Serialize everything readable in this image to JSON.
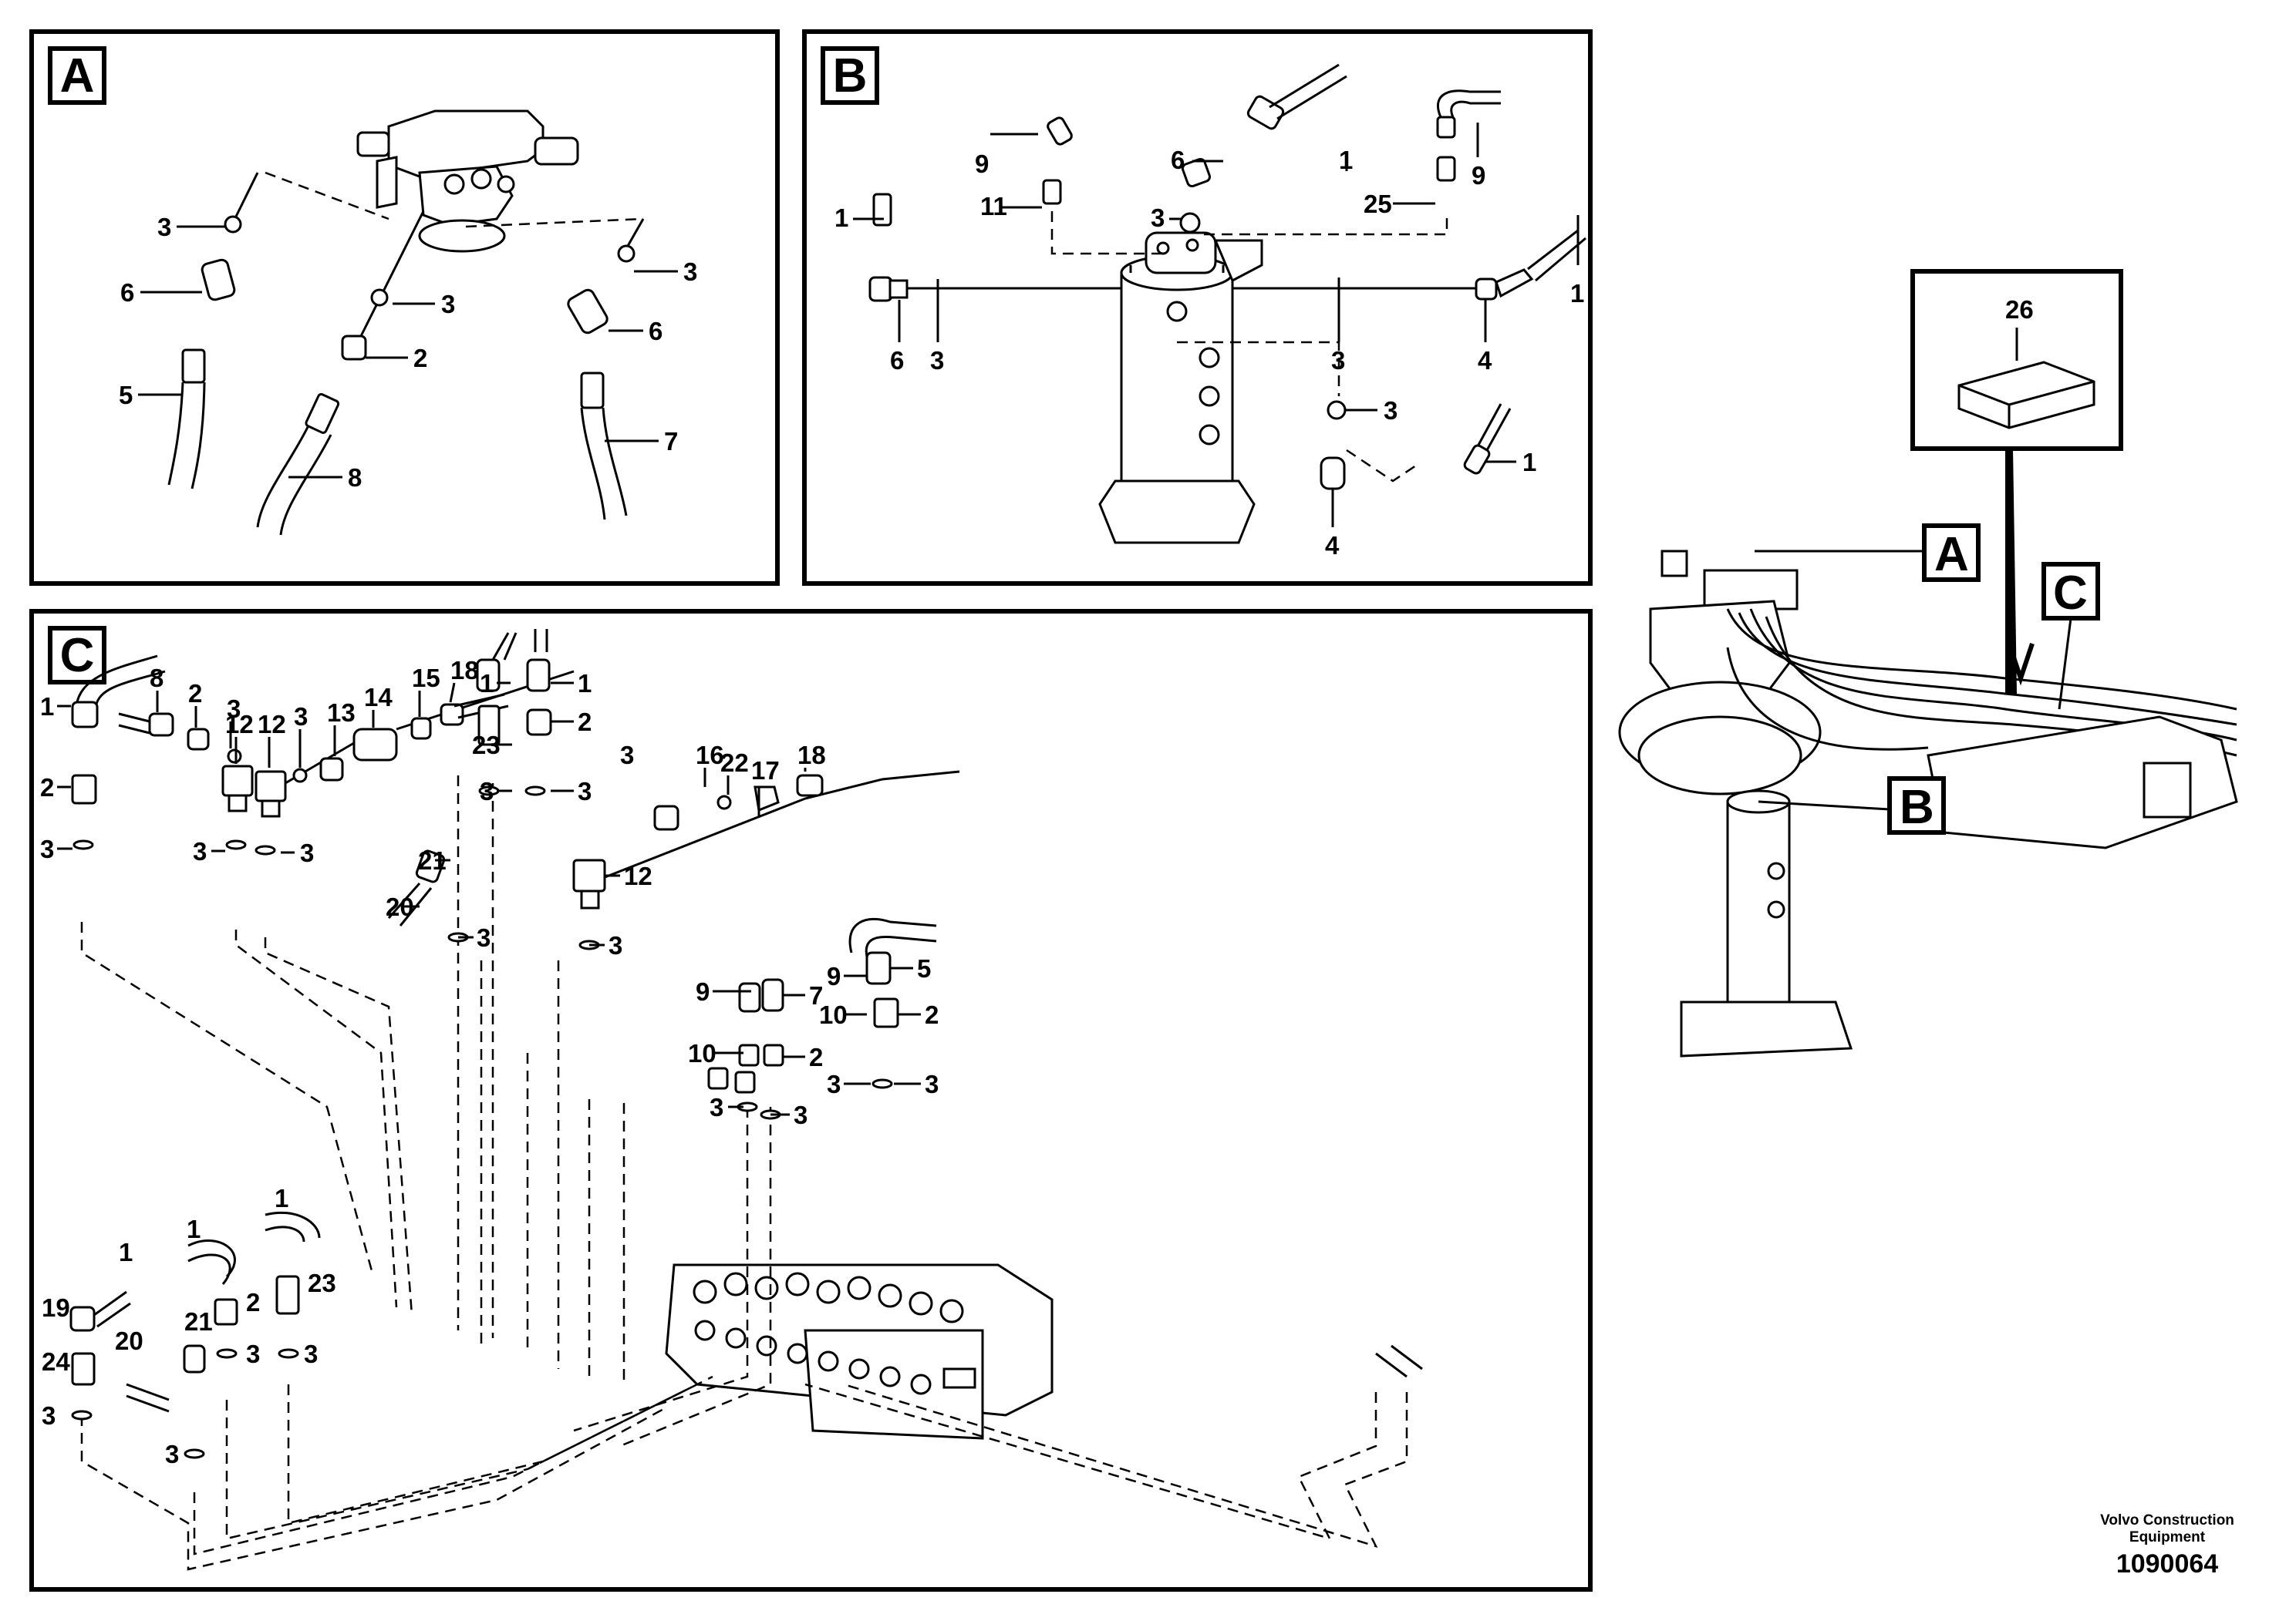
{
  "panels": {
    "a": {
      "tag": "A",
      "callouts": [
        "3",
        "6",
        "5",
        "3",
        "2",
        "8",
        "3",
        "6",
        "7"
      ]
    },
    "b": {
      "tag": "B",
      "callouts": [
        "9",
        "6",
        "1",
        "9",
        "1",
        "11",
        "3",
        "25",
        "1",
        "6",
        "3",
        "3",
        "4",
        "3",
        "1",
        "4"
      ]
    },
    "c": {
      "tag": "C",
      "callouts": [
        "1",
        "2",
        "3",
        "8",
        "2",
        "3",
        "12",
        "3",
        "12",
        "3",
        "3",
        "13",
        "14",
        "15",
        "18",
        "1",
        "23",
        "3",
        "1",
        "2",
        "3",
        "3",
        "16",
        "22",
        "17",
        "18",
        "12",
        "3",
        "21",
        "20",
        "3",
        "9",
        "7",
        "10",
        "2",
        "3",
        "3",
        "5",
        "9",
        "10",
        "2",
        "3",
        "3",
        "19",
        "1",
        "24",
        "3",
        "1",
        "2",
        "3",
        "1",
        "23",
        "3",
        "20",
        "21",
        "3"
      ]
    },
    "overview": {
      "kit_number": "26",
      "labels": [
        "A",
        "C",
        "B"
      ]
    }
  },
  "footer": {
    "brand_line1": "Volvo Construction",
    "brand_line2": "Equipment",
    "document_number": "1090064"
  }
}
